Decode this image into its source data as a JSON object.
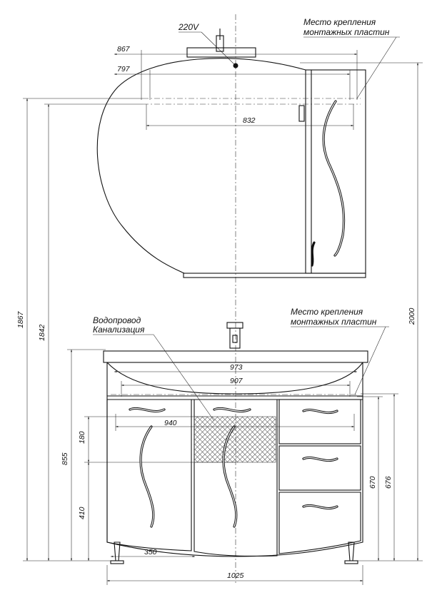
{
  "labels": {
    "voltage": "220V",
    "mount_top_line1": "Место крепления",
    "mount_top_line2": "монтажных пластин",
    "mount_bottom_line1": "Место крепления",
    "mount_bottom_line2": "монтажных пластин",
    "water_line1": "Водопровод",
    "water_line2": "Канализация"
  },
  "dimensions": {
    "d867": "867",
    "d797": "797",
    "d832": "832",
    "d1867": "1867",
    "d1842": "1842",
    "d2000": "2000",
    "d973": "973",
    "d907": "907",
    "d940": "940",
    "d180": "180",
    "d855": "855",
    "d410": "410",
    "d670": "670",
    "d676": "676",
    "d350": "350",
    "d1025": "1025"
  }
}
